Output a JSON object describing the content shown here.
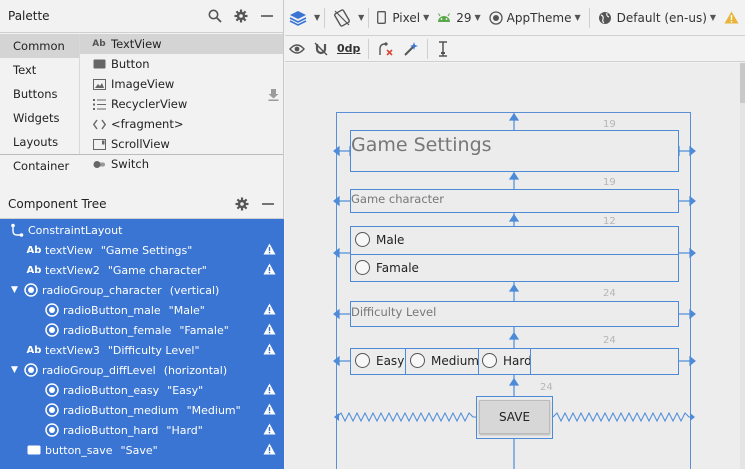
{
  "palette": {
    "title": "Palette",
    "categories": [
      "Common",
      "Text",
      "Buttons",
      "Widgets",
      "Layouts",
      "Container"
    ],
    "items": [
      {
        "label": "TextView",
        "icon": "textview-icon",
        "glyph": "Ab"
      },
      {
        "label": "Button",
        "icon": "button-icon",
        "glyph": ""
      },
      {
        "label": "ImageView",
        "icon": "imageview-icon",
        "glyph": ""
      },
      {
        "label": "RecyclerView",
        "icon": "recyclerview-icon",
        "glyph": ""
      },
      {
        "label": "<fragment>",
        "icon": "fragment-icon",
        "glyph": "<>"
      },
      {
        "label": "ScrollView",
        "icon": "scrollview-icon",
        "glyph": ""
      },
      {
        "label": "Switch",
        "icon": "switch-icon",
        "glyph": ""
      }
    ]
  },
  "tree": {
    "title": "Component Tree",
    "rows": [
      {
        "name": "ConstraintLayout",
        "quote": "",
        "icon": "constraint-layout-icon",
        "warn": false
      },
      {
        "name": "textView",
        "quote": "\"Game Settings\"",
        "icon": "textview-icon",
        "warn": true
      },
      {
        "name": "textView2",
        "quote": "\"Game character\"",
        "icon": "textview-icon",
        "warn": true
      },
      {
        "name": "radioGroup_character",
        "quote": "(vertical)",
        "icon": "radiogroup-icon",
        "warn": false
      },
      {
        "name": "radioButton_male",
        "quote": "\"Male\"",
        "icon": "radiobutton-icon",
        "warn": true
      },
      {
        "name": "radioButton_female",
        "quote": "\"Famale\"",
        "icon": "radiobutton-icon",
        "warn": true
      },
      {
        "name": "textView3",
        "quote": "\"Difficulty Level\"",
        "icon": "textview-icon",
        "warn": true
      },
      {
        "name": "radioGroup_diffLevel",
        "quote": "(horizontal)",
        "icon": "radiogroup-icon",
        "warn": false
      },
      {
        "name": "radioButton_easy",
        "quote": "\"Easy\"",
        "icon": "radiobutton-icon",
        "warn": true
      },
      {
        "name": "radioButton_medium",
        "quote": "\"Medium\"",
        "icon": "radiobutton-icon",
        "warn": true
      },
      {
        "name": "radioButton_hard",
        "quote": "\"Hard\"",
        "icon": "radiobutton-icon",
        "warn": true
      },
      {
        "name": "button_save",
        "quote": "\"Save\"",
        "icon": "button-icon",
        "warn": true
      }
    ]
  },
  "toolbar": {
    "device": "Pixel",
    "api": "29",
    "theme": "AppTheme",
    "locale": "Default (en-us)",
    "margin": "0dp"
  },
  "design": {
    "title": "Game Settings",
    "label_character": "Game character",
    "male": "Male",
    "female": "Famale",
    "label_difficulty": "Difficulty Level",
    "easy": "Easy",
    "medium": "Medium",
    "hard": "Hard",
    "save": "SAVE",
    "margins": [
      "19",
      "19",
      "12",
      "24",
      "24",
      "24"
    ]
  },
  "colors": {
    "selection": "#3a75d3",
    "constraint": "#4d8bd9",
    "warning": "#ffffff"
  }
}
